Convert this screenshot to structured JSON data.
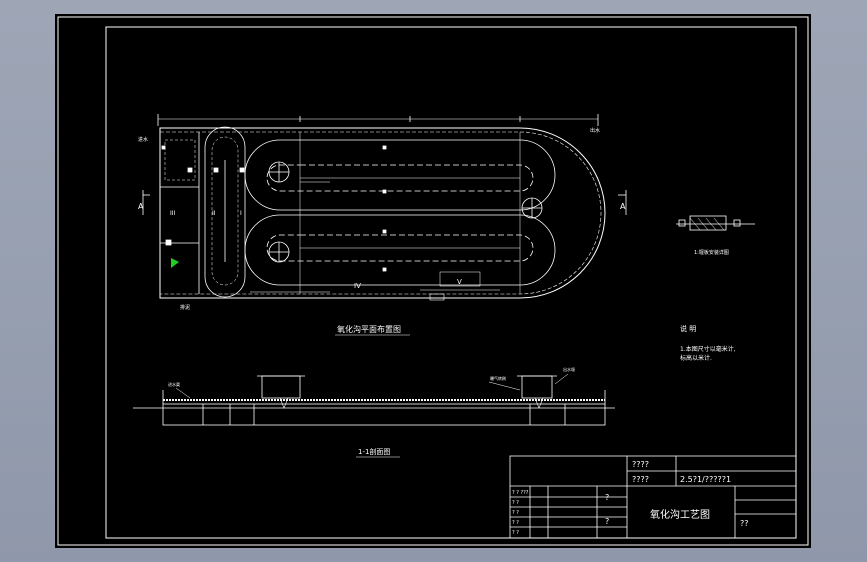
{
  "drawing": {
    "plan_title": "氧化沟平面布置图",
    "section_title": "1-1剖面图",
    "detail_caption": "1:堰板安装详图",
    "notes": {
      "heading": "说 明",
      "line1": "1.本图尺寸以毫米计,",
      "line2": "  标高以米计."
    },
    "section_markers": {
      "left": "A",
      "right": "A"
    },
    "channel_labels": [
      "I",
      "II",
      "III",
      "IV",
      "V"
    ],
    "plan_side_labels": [
      "进水",
      "出水",
      "排泥"
    ],
    "section_labels": [
      "进水渠",
      "曝气转刷",
      "出水堰"
    ]
  },
  "title_block": {
    "top_cell": "????",
    "mid_cell": "????",
    "drawing_number": "2.5?1/?????1",
    "drawing_name": "氧化沟工艺图",
    "left_rows": [
      "? ? ???",
      "? ?",
      "? ?",
      "? ?",
      "? ?"
    ],
    "mid_rows": [
      "?",
      "?"
    ],
    "right_cell": "??"
  }
}
